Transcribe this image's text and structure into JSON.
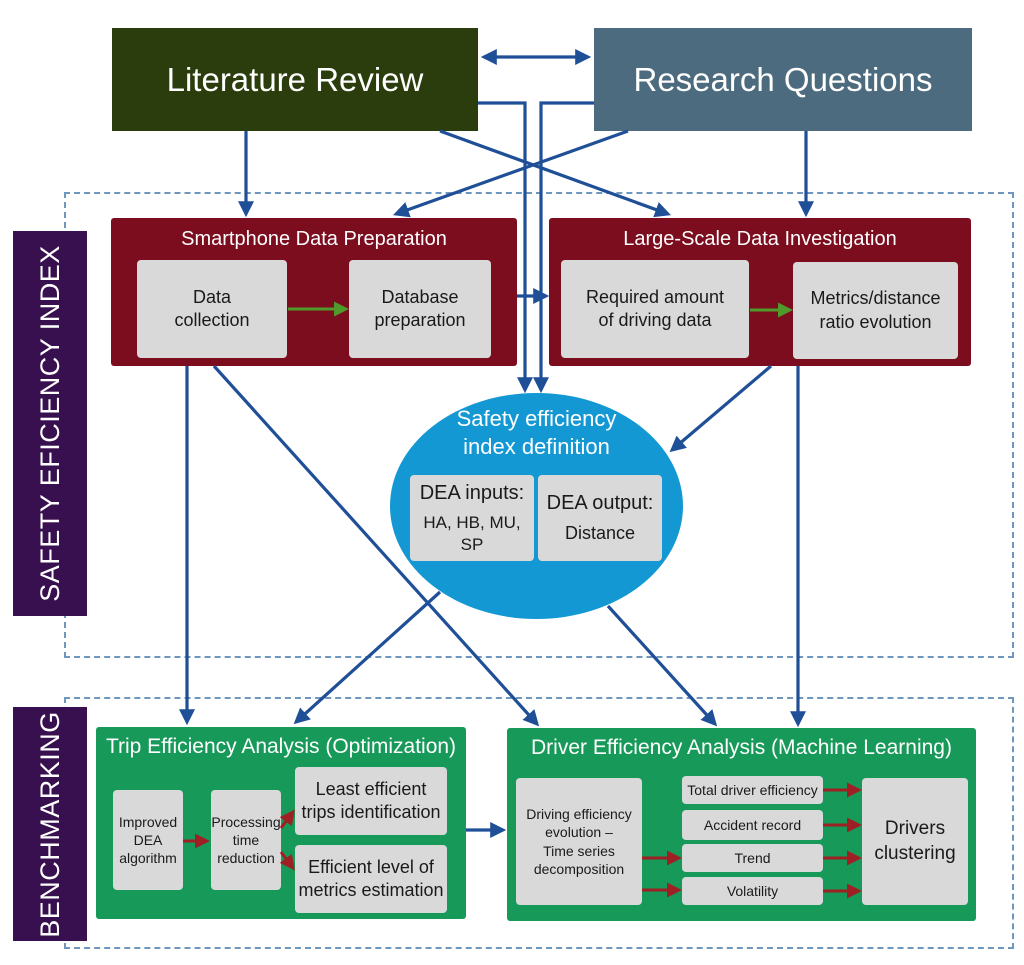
{
  "top": {
    "literature_review": "Literature Review",
    "research_questions": "Research Questions"
  },
  "side_labels": {
    "safety_index": "SAFETY EFICIENCY INDEX",
    "benchmarking": "BENCHMARKING"
  },
  "smartphone_panel": {
    "title": "Smartphone Data Preparation",
    "data_collection": "Data\ncollection",
    "database_preparation": "Database\npreparation"
  },
  "large_scale_panel": {
    "title": "Large-Scale Data Investigation",
    "required_amount": "Required amount\nof driving data",
    "metrics_ratio": "Metrics/distance\nratio evolution"
  },
  "index_definition": {
    "title": "Safety efficiency\nindex definition",
    "inputs_label": "DEA inputs:",
    "inputs_values": "HA, HB, MU, SP",
    "output_label": "DEA output:",
    "output_value": "Distance"
  },
  "trip_panel": {
    "title": "Trip Efficiency Analysis (Optimization)",
    "improved_dea": "Improved\nDEA\nalgorithm",
    "processing_time": "Processing\ntime\nreduction",
    "least_efficient": "Least efficient\ntrips identification",
    "efficient_level": "Efficient level of\nmetrics estimation"
  },
  "driver_panel": {
    "title": "Driver Efficiency Analysis (Machine Learning)",
    "evolution": "Driving efficiency\nevolution –\nTime series\ndecomposition",
    "total_driver_efficiency": "Total driver efficiency",
    "accident_record": "Accident record",
    "trend": "Trend",
    "volatility": "Volatility",
    "drivers_clustering": "Drivers\nclustering"
  },
  "colors": {
    "literature_bg": "#2b3d0c",
    "research_bg": "#4c6b7e",
    "red_panel": "#7b0d1e",
    "green_panel": "#179a59",
    "side_purple": "#38104f",
    "ellipse_blue": "#1398d4",
    "arrow_blue": "#1f4f97",
    "arrow_green": "#4f9a2b",
    "arrow_red": "#9e1f24"
  }
}
